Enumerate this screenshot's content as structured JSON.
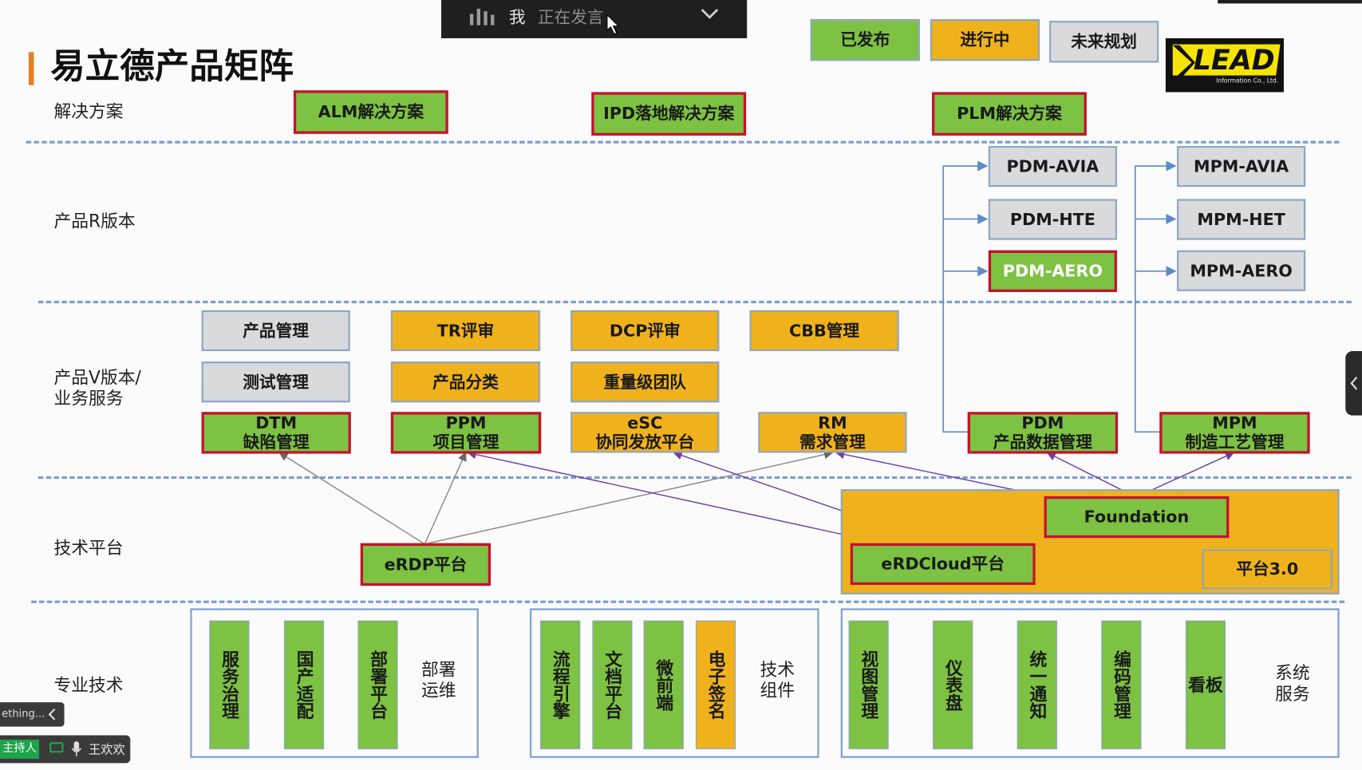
{
  "title": "易立德产品矩阵",
  "legend": {
    "released": "已发布",
    "in_progress": "进行中",
    "planned": "未来规划"
  },
  "logo": {
    "text": "LEAD",
    "sub": "Information Co., Ltd."
  },
  "meeting_bar": {
    "user": "我",
    "status": "正在发言"
  },
  "rows": {
    "solutions": "解决方案",
    "r_version": "产品R版本",
    "v_version_1": "产品V版本/",
    "v_version_2": "业务服务",
    "tech_platform": "技术平台",
    "specialty": "专业技术"
  },
  "solutions": {
    "alm": "ALM解决方案",
    "ipd": "IPD落地解决方案",
    "plm": "PLM解决方案"
  },
  "r_products": {
    "pdm_avia": "PDM-AVIA",
    "pdm_hte": "PDM-HTE",
    "pdm_aero": "PDM-AERO",
    "mpm_avia": "MPM-AVIA",
    "mpm_het": "MPM-HET",
    "mpm_aero": "MPM-AERO"
  },
  "v_products": {
    "product_mgmt": "产品管理",
    "test_mgmt": "测试管理",
    "tr_review": "TR评审",
    "product_class": "产品分类",
    "dcp_review": "DCP评审",
    "heavy_team": "重量级团队",
    "cbb_mgmt": "CBB管理",
    "dtm_1": "DTM",
    "dtm_2": "缺陷管理",
    "ppm_1": "PPM",
    "ppm_2": "项目管理",
    "esc_1": "eSC",
    "esc_2": "协同发放平台",
    "rm_1": "RM",
    "rm_2": "需求管理",
    "pdm_1": "PDM",
    "pdm_2": "产品数据管理",
    "mpm_1": "MPM",
    "mpm_2": "制造工艺管理"
  },
  "platform": {
    "erdp": "eRDP平台",
    "foundation": "Foundation",
    "erdcloud": "eRDCloud平台",
    "platform3": "平台3.0"
  },
  "specialty": {
    "deploy": {
      "items": [
        "服务治理",
        "国产适配",
        "部署平台"
      ],
      "label_1": "部署",
      "label_2": "运维"
    },
    "tech": {
      "items": [
        "流程引擎",
        "文档平台",
        "微前端",
        "电子签名"
      ],
      "label_1": "技术",
      "label_2": "组件"
    },
    "system": {
      "items": [
        "视图管理",
        "仪表盘",
        "统一通知",
        "编码管理",
        "看板"
      ],
      "label_1": "系统",
      "label_2": "服务"
    }
  },
  "bottom_bar": {
    "truncated": "ething...",
    "host_badge": "主持人",
    "host_name": "王欢欢"
  },
  "colors": {
    "released": "#7dc242",
    "in_progress": "#f0b21c",
    "planned": "#d9dadc",
    "highlight_border": "#c8102e",
    "divider": "#7b9fd0"
  }
}
